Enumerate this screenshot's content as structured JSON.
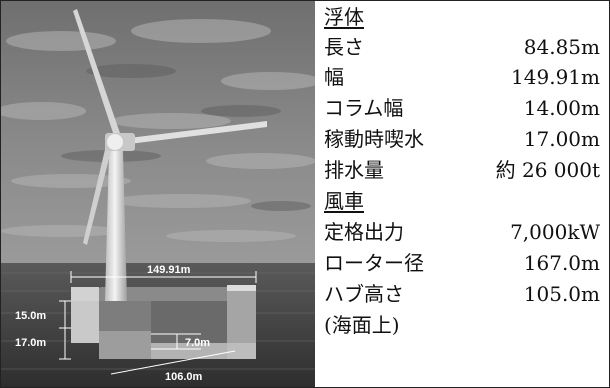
{
  "figure": {
    "dimensions": {
      "length_label": "149.91m",
      "column_height_label": "15.0m",
      "draft_label": "17.0m",
      "pontoon_label": "7.0m",
      "width_label": "106.0m"
    }
  },
  "spec_table": {
    "float": {
      "heading": "浮体",
      "rows": [
        {
          "label": "長さ",
          "value": "84.85m"
        },
        {
          "label": "幅",
          "value": "149.91m"
        },
        {
          "label": "コラム幅",
          "value": "14.00m"
        },
        {
          "label": "稼動時喫水",
          "value": "17.00m"
        },
        {
          "label": "排水量",
          "value": "約 26 000t"
        }
      ]
    },
    "turbine": {
      "heading": "風車",
      "rows": [
        {
          "label": "定格出力",
          "value": "7,000kW"
        },
        {
          "label": "ローター径",
          "value": "167.0m"
        },
        {
          "label": "ハブ高さ",
          "value": "105.0m"
        }
      ],
      "note": "(海面上)"
    }
  }
}
